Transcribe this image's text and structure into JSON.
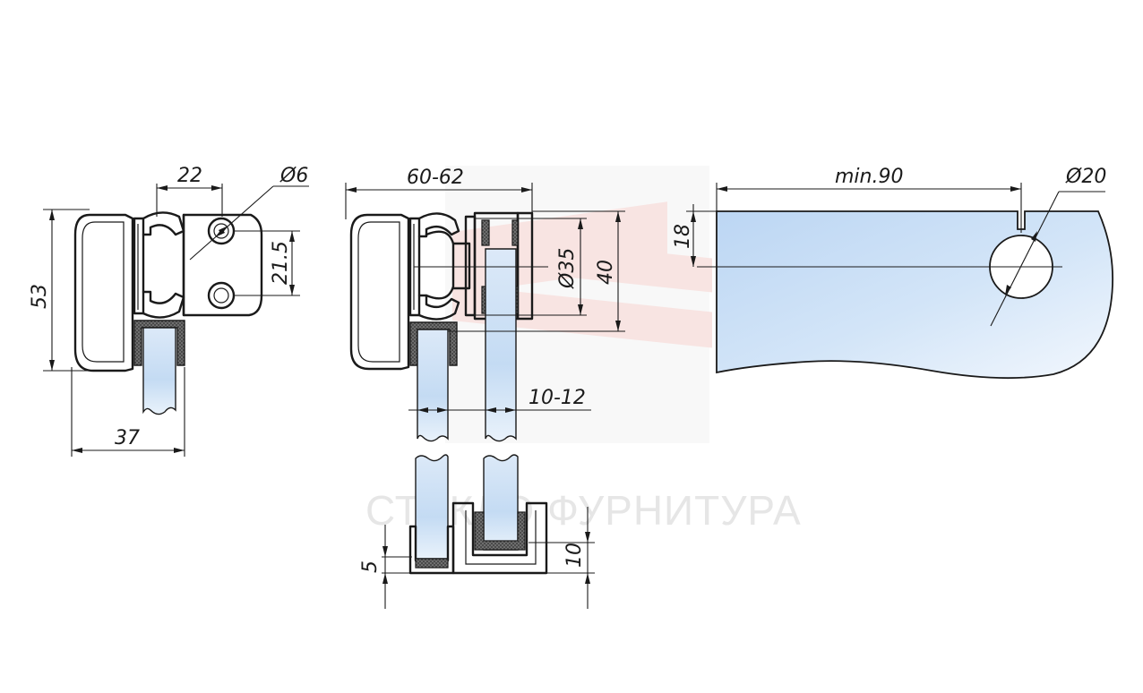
{
  "dimensions": {
    "left_width": "22",
    "left_hole_diameter": "Ø6",
    "left_height": "53",
    "left_hole_spacing": "21.5",
    "left_depth": "37",
    "mid_width": "60-62",
    "mid_disc_diameter": "Ø35",
    "mid_height": "40",
    "mid_glass_thickness": "10-12",
    "bottom_small": "5",
    "bottom_profile": "10",
    "right_min_length": "min.90",
    "right_cutout": "18",
    "right_hole_diameter": "Ø20"
  },
  "watermark": {
    "text": "СТЕКЛО ФУРНИТУРА"
  },
  "colors": {
    "glass_light": "#eef5fd",
    "glass_dark": "#bcd6f3",
    "seal": "#3a3a3a",
    "stroke": "#1a1a1a",
    "watermark_red": "#f3d1cd"
  }
}
